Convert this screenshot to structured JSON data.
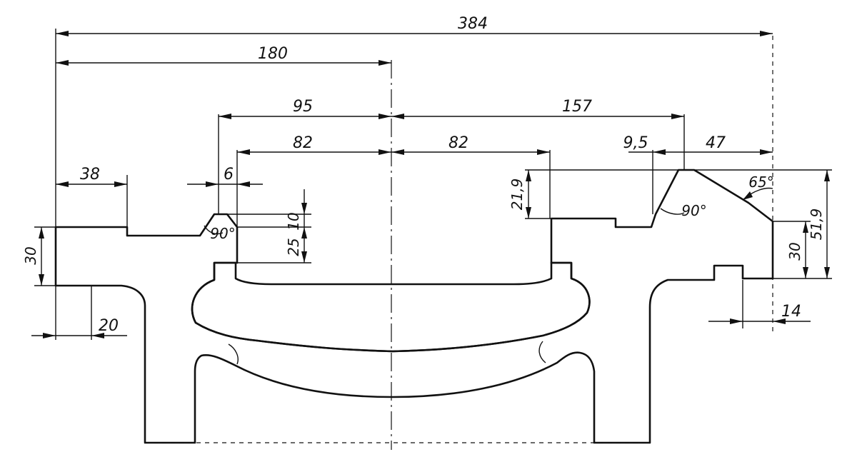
{
  "dimensions": {
    "d384": "384",
    "d180": "180",
    "d95": "95",
    "d157": "157",
    "d82_left": "82",
    "d82_right": "82",
    "d9_5": "9,5",
    "d47": "47",
    "d38": "38",
    "d6": "6",
    "d10": "10",
    "d25": "25",
    "d21_9": "21,9",
    "d51_9": "51,9",
    "d30_left": "30",
    "d30_right": "30",
    "d20": "20",
    "d14": "14"
  },
  "angles": {
    "a90_left": "90°",
    "a90_right": "90°",
    "a65": "65°"
  },
  "colors": {
    "ink": "#111111",
    "paper": "#ffffff"
  }
}
